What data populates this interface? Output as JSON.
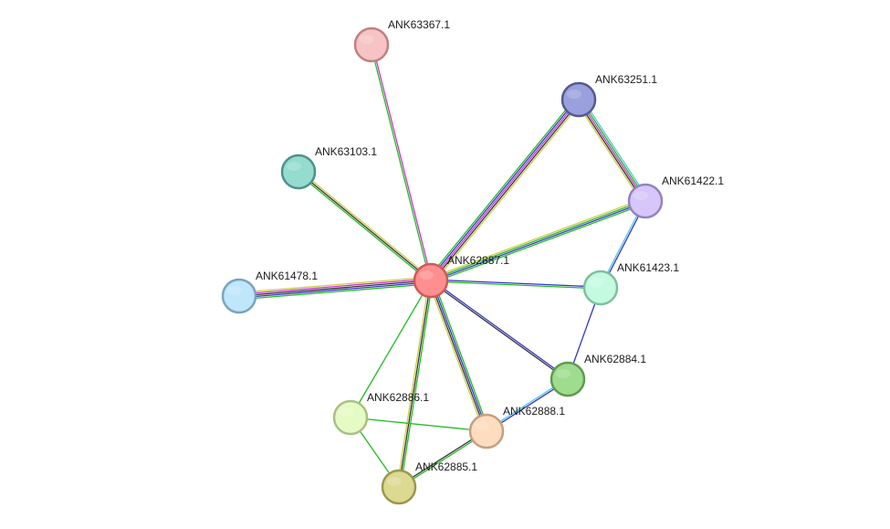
{
  "nodes": [
    {
      "id": "ANK62887.1",
      "label": "ANK62887.1",
      "fill": "#ff8f8f",
      "stroke": "#cc5a5a"
    },
    {
      "id": "ANK63367.1",
      "label": "ANK63367.1",
      "fill": "#f6c4c4",
      "stroke": "#c27f7f"
    },
    {
      "id": "ANK63251.1",
      "label": "ANK63251.1",
      "fill": "#9aa0de",
      "stroke": "#55598f"
    },
    {
      "id": "ANK63103.1",
      "label": "ANK63103.1",
      "fill": "#93dccf",
      "stroke": "#4f9186"
    },
    {
      "id": "ANK61422.1",
      "label": "ANK61422.1",
      "fill": "#d6c6fa",
      "stroke": "#9482c0"
    },
    {
      "id": "ANK61478.1",
      "label": "ANK61478.1",
      "fill": "#bfe6fb",
      "stroke": "#7ca3bd"
    },
    {
      "id": "ANK61423.1",
      "label": "ANK61423.1",
      "fill": "#c4fbe0",
      "stroke": "#7fbf9e"
    },
    {
      "id": "ANK62884.1",
      "label": "ANK62884.1",
      "fill": "#9edc8e",
      "stroke": "#5e9a50"
    },
    {
      "id": "ANK62886.1",
      "label": "ANK62886.1",
      "fill": "#e6fbc4",
      "stroke": "#a9bf86"
    },
    {
      "id": "ANK62888.1",
      "label": "ANK62888.1",
      "fill": "#fddcc0",
      "stroke": "#c4a07f"
    },
    {
      "id": "ANK62885.1",
      "label": "ANK62885.1",
      "fill": "#dcd992",
      "stroke": "#9a9750"
    }
  ],
  "edges": [
    {
      "source": "ANK62887.1",
      "target": "ANK63367.1",
      "colors": [
        "#22bb22",
        "#cc33cc"
      ]
    },
    {
      "source": "ANK62887.1",
      "target": "ANK63251.1",
      "colors": [
        "#22bb22",
        "#3333cc",
        "#cc33cc",
        "#333333",
        "#cccc44"
      ]
    },
    {
      "source": "ANK62887.1",
      "target": "ANK63103.1",
      "colors": [
        "#22bb22",
        "#333333",
        "#cccc44"
      ]
    },
    {
      "source": "ANK62887.1",
      "target": "ANK61422.1",
      "colors": [
        "#cccc44",
        "#22bb22",
        "#3333cc",
        "#22bb22"
      ]
    },
    {
      "source": "ANK62887.1",
      "target": "ANK61478.1",
      "colors": [
        "#22bb22",
        "#3333cc",
        "#333333",
        "#cc33cc",
        "#cccc44"
      ]
    },
    {
      "source": "ANK62887.1",
      "target": "ANK61423.1",
      "colors": [
        "#3333cc",
        "#22bb22"
      ]
    },
    {
      "source": "ANK62887.1",
      "target": "ANK62884.1",
      "colors": [
        "#3333cc",
        "#333333"
      ]
    },
    {
      "source": "ANK62887.1",
      "target": "ANK62886.1",
      "colors": [
        "#22bb22"
      ]
    },
    {
      "source": "ANK62887.1",
      "target": "ANK62888.1",
      "colors": [
        "#22bb22",
        "#3333cc",
        "#333333",
        "#cccc44"
      ]
    },
    {
      "source": "ANK62887.1",
      "target": "ANK62885.1",
      "colors": [
        "#22bb22",
        "#333333",
        "#cccc44"
      ]
    },
    {
      "source": "ANK63251.1",
      "target": "ANK61422.1",
      "colors": [
        "#55ccdd",
        "#22bb22",
        "#cc33cc",
        "#333333",
        "#cccc44"
      ]
    },
    {
      "source": "ANK61422.1",
      "target": "ANK61423.1",
      "colors": [
        "#3333cc",
        "#55ccdd"
      ]
    },
    {
      "source": "ANK61423.1",
      "target": "ANK62884.1",
      "colors": [
        "#3333cc"
      ]
    },
    {
      "source": "ANK62884.1",
      "target": "ANK62888.1",
      "colors": [
        "#3333cc",
        "#55ccdd"
      ]
    },
    {
      "source": "ANK62886.1",
      "target": "ANK62888.1",
      "colors": [
        "#22bb22"
      ]
    },
    {
      "source": "ANK62886.1",
      "target": "ANK62885.1",
      "colors": [
        "#22bb22"
      ]
    },
    {
      "source": "ANK62888.1",
      "target": "ANK62885.1",
      "colors": [
        "#22bb22",
        "#333333"
      ]
    }
  ]
}
